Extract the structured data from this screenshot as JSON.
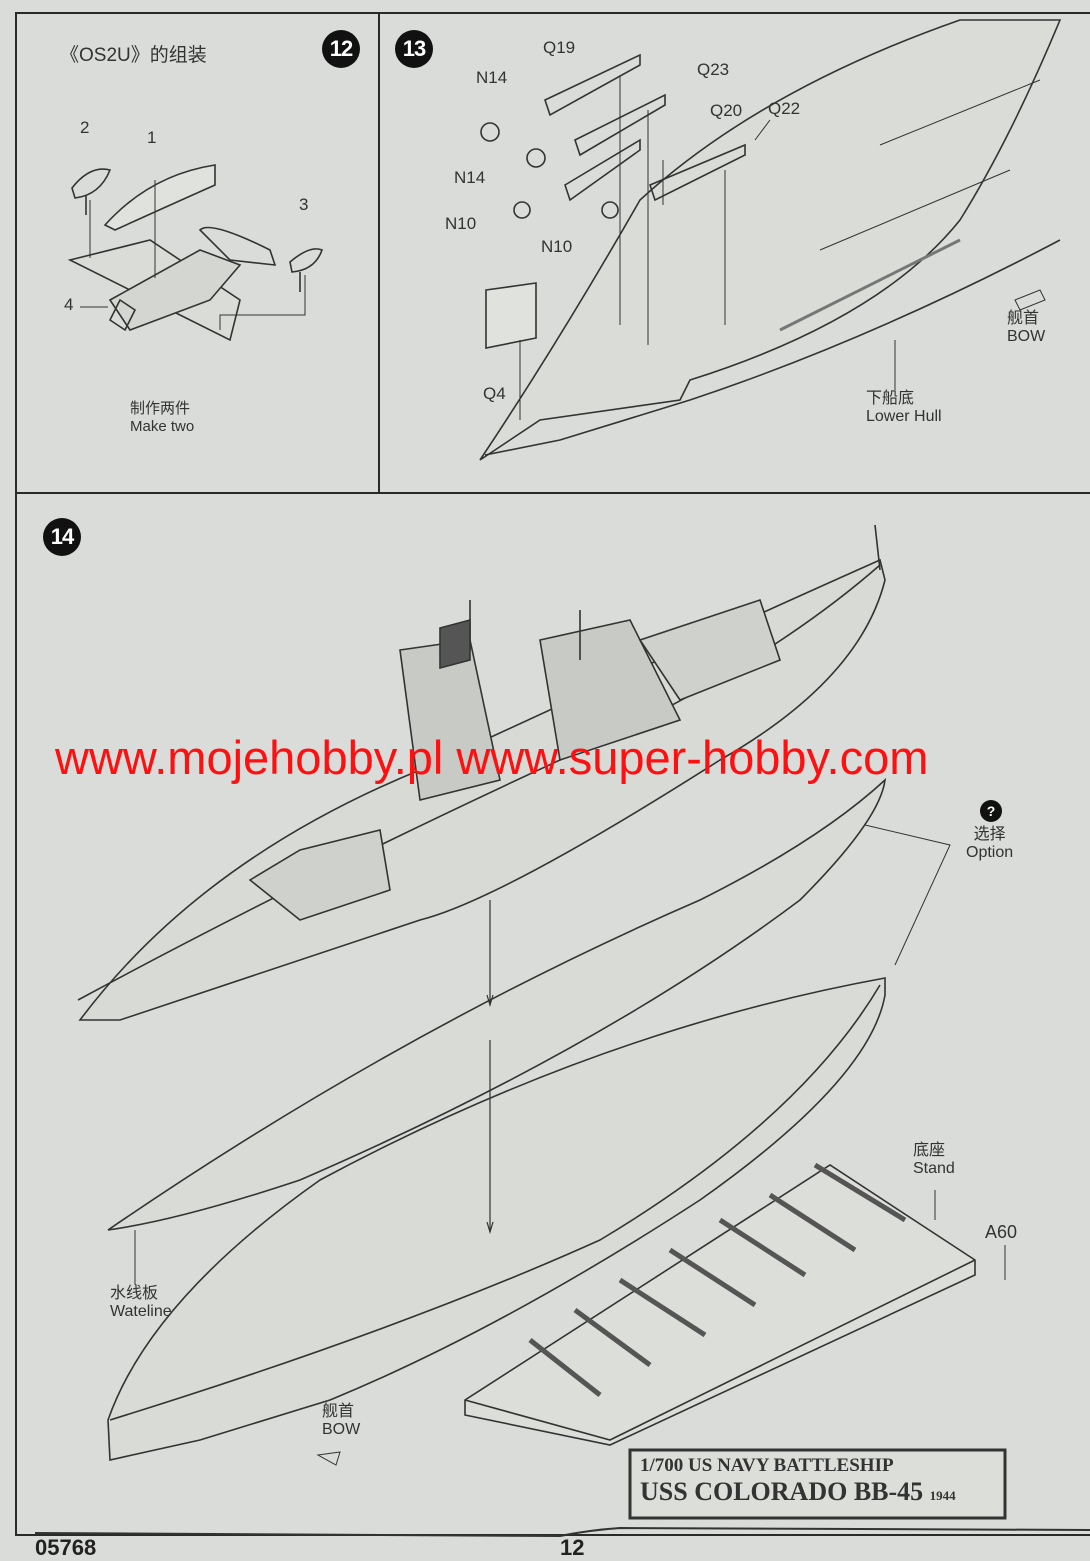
{
  "step12": {
    "number": "12",
    "title": "《OS2U》的组装",
    "parts": [
      "1",
      "2",
      "3",
      "4"
    ],
    "note_cn": "制作两件",
    "note_en": "Make two"
  },
  "step13": {
    "number": "13",
    "parts": [
      "Q19",
      "Q23",
      "Q20",
      "Q22",
      "N14",
      "N14",
      "N10",
      "N10",
      "Q4"
    ],
    "bow_cn": "舰首",
    "bow_en": "BOW",
    "hull_cn": "下船底",
    "hull_en": "Lower Hull"
  },
  "step14": {
    "number": "14",
    "option_icon": "?",
    "option_cn": "选择",
    "option_en": "Option",
    "stand_cn": "底座",
    "stand_en": "Stand",
    "stand_part": "A60",
    "waterline_cn": "水线板",
    "waterline_en": "Wateline",
    "bow_cn": "舰首",
    "bow_en": "BOW",
    "plate_line1": "1/700 US NAVY BATTLESHIP",
    "plate_line2": "USS COLORADO BB-45",
    "plate_year": "1944"
  },
  "watermark": "www.mojehobby.pl www.super-hobby.com",
  "footer": {
    "code": "05768",
    "page": "12"
  }
}
